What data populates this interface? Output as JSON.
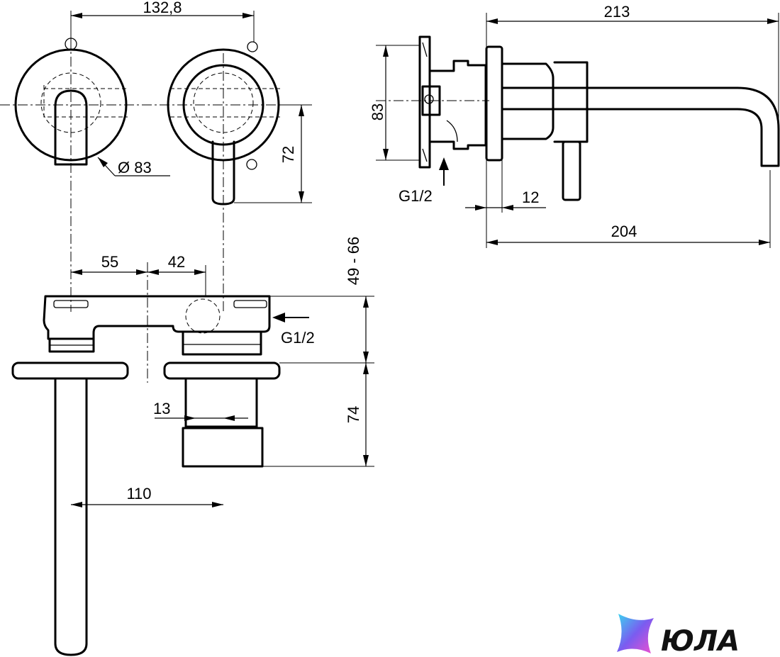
{
  "dimensions": {
    "top_handle_spacing": "132,8",
    "rosette_diameter": "Ø 83",
    "handle_offset": "72",
    "plate_height": "83",
    "inlet_thread_side": "G1/2",
    "overall_length": "213",
    "plate_thickness": "12",
    "spout_projection": "204",
    "spout_to_center": "55",
    "center_to_valve": "42",
    "body_depth_range": "49 - 66",
    "inlet_thread_bottom": "G1/2",
    "valve_offset": "13",
    "cartridge_depth": "74",
    "spout_to_valve": "110"
  },
  "brand": {
    "name": "ЮЛА",
    "colors": [
      "#3ad6f0",
      "#7a5cf0",
      "#f04fd0"
    ]
  }
}
